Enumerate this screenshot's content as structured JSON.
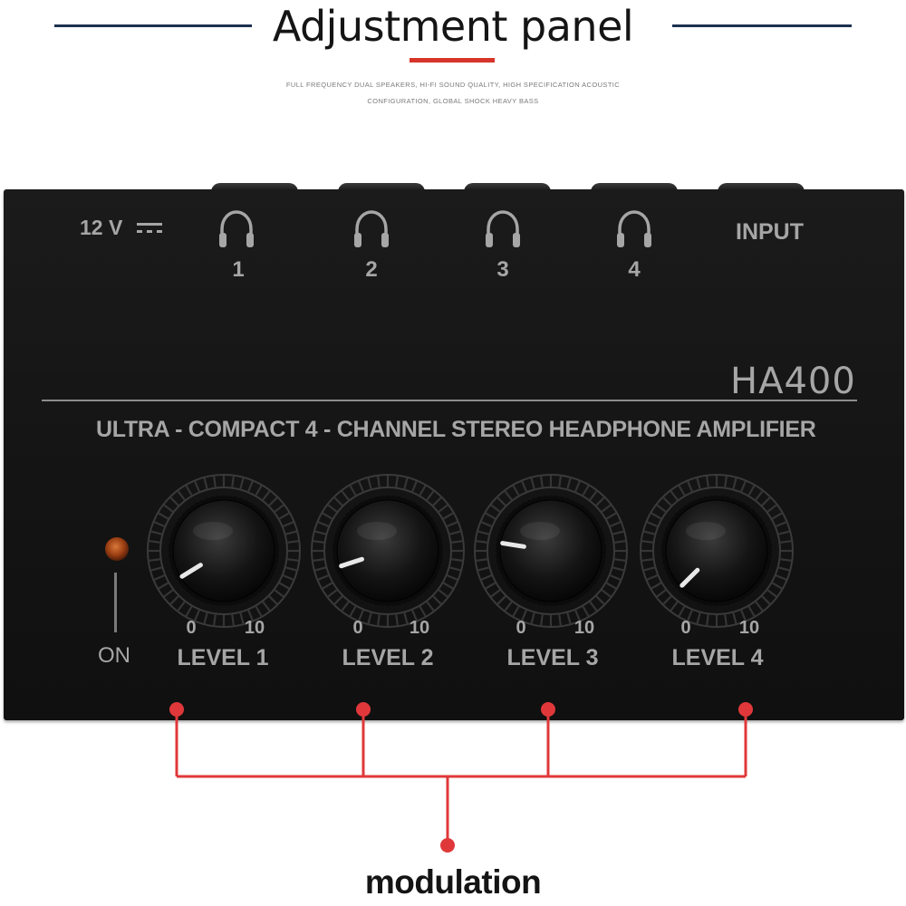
{
  "header": {
    "title": "Adjustment panel",
    "subtitle_line1": "FULL FREQUENCY DUAL SPEAKERS, HI-FI SOUND QUALITY, HIGH SPECIFICATION ACOUSTIC",
    "subtitle_line2": "CONFIGURATION, GLOBAL SHOCK HEAVY BASS",
    "accent_color": "#d8352a",
    "rule_color": "#1d3050"
  },
  "device": {
    "power_label": "12 V",
    "input_label": "INPUT",
    "model": "HA400",
    "description": "ULTRA - COMPACT 4 - CHANNEL STEREO HEADPHONE AMPLIFIER",
    "on_label": "ON",
    "led_color": "#c0621f",
    "outputs": [
      {
        "number": "1",
        "icon": "headphones-icon"
      },
      {
        "number": "2",
        "icon": "headphones-icon"
      },
      {
        "number": "3",
        "icon": "headphones-icon"
      },
      {
        "number": "4",
        "icon": "headphones-icon"
      }
    ],
    "knobs": [
      {
        "label": "LEVEL 1",
        "min_label": "0",
        "max_label": "10",
        "level": 0.05
      },
      {
        "label": "LEVEL 2",
        "min_label": "0",
        "max_label": "10",
        "level": 0.1
      },
      {
        "label": "LEVEL 3",
        "min_label": "0",
        "max_label": "10",
        "level": 0.2
      },
      {
        "label": "LEVEL 4",
        "min_label": "0",
        "max_label": "10",
        "level": 0.0
      }
    ]
  },
  "annotation": {
    "label": "modulation",
    "color": "#e0383a"
  }
}
